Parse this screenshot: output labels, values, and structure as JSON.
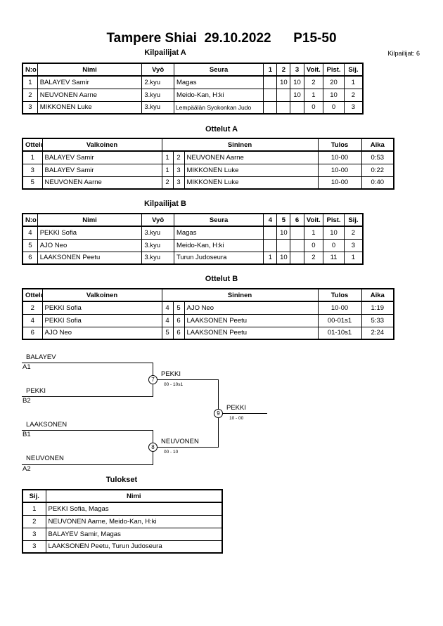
{
  "header": {
    "title": "Tampere Shiai  29.10.2022      P15-50",
    "competitor_count": "Kilpailijat: 6"
  },
  "group_a": {
    "title": "Kilpailijat A",
    "headers": [
      "N:o",
      "Nimi",
      "Vyö",
      "Seura",
      "1",
      "2",
      "3",
      "Voit.",
      "Pist.",
      "Sij."
    ],
    "rows": [
      [
        "1",
        "BALAYEV Samir",
        "2.kyu",
        "Magas",
        "",
        "10",
        "10",
        "2",
        "20",
        "1"
      ],
      [
        "2",
        "NEUVONEN Aarne",
        "3.kyu",
        "Meido-Kan, H:ki",
        "",
        "",
        "10",
        "1",
        "10",
        "2"
      ],
      [
        "3",
        "MIKKONEN Luke",
        "3.kyu",
        "Lempäälän Syokonkan Judo",
        "",
        "",
        "",
        "0",
        "0",
        "3"
      ]
    ]
  },
  "matches_a": {
    "title": "Ottelut A",
    "headers": [
      "Ottelu",
      "Valkoinen",
      "Sininen",
      "Tulos",
      "Aika"
    ],
    "rows": [
      [
        "1",
        "BALAYEV Samir",
        "1",
        "2",
        "NEUVONEN Aarne",
        "10-00",
        "0:53"
      ],
      [
        "3",
        "BALAYEV Samir",
        "1",
        "3",
        "MIKKONEN Luke",
        "10-00",
        "0:22"
      ],
      [
        "5",
        "NEUVONEN Aarne",
        "2",
        "3",
        "MIKKONEN Luke",
        "10-00",
        "0:40"
      ]
    ]
  },
  "group_b": {
    "title": "Kilpailijat B",
    "headers": [
      "N:o",
      "Nimi",
      "Vyö",
      "Seura",
      "4",
      "5",
      "6",
      "Voit.",
      "Pist.",
      "Sij."
    ],
    "rows": [
      [
        "4",
        "PEKKI Sofia",
        "3.kyu",
        "Magas",
        "",
        "10",
        "",
        "1",
        "10",
        "2"
      ],
      [
        "5",
        "AJO Neo",
        "3.kyu",
        "Meido-Kan, H:ki",
        "",
        "",
        "",
        "0",
        "0",
        "3"
      ],
      [
        "6",
        "LAAKSONEN Peetu",
        "3.kyu",
        "Turun Judoseura",
        "1",
        "10",
        "",
        "2",
        "11",
        "1"
      ]
    ]
  },
  "matches_b": {
    "title": "Ottelut B",
    "headers": [
      "Ottelu",
      "Valkoinen",
      "Sininen",
      "Tulos",
      "Aika"
    ],
    "rows": [
      [
        "2",
        "PEKKI Sofia",
        "4",
        "5",
        "AJO Neo",
        "10-00",
        "1:19"
      ],
      [
        "4",
        "PEKKI Sofia",
        "4",
        "6",
        "LAAKSONEN Peetu",
        "00-01s1",
        "5:33"
      ],
      [
        "6",
        "AJO Neo",
        "5",
        "6",
        "LAAKSONEN Peetu",
        "01-10s1",
        "2:24"
      ]
    ]
  },
  "bracket": {
    "e1_name": "BALAYEV",
    "e1_seed": "A1",
    "e2_name": "PEKKI",
    "e2_seed": "B2",
    "e3_name": "LAAKSONEN",
    "e3_seed": "B1",
    "e4_name": "NEUVONEN",
    "e4_seed": "A2",
    "m7_no": "7",
    "m7_winner": "PEKKI",
    "m7_score": "00 - 10s1",
    "m8_no": "8",
    "m8_winner": "NEUVONEN",
    "m8_score": "00 - 10",
    "m9_no": "9",
    "m9_winner": "PEKKI",
    "m9_score": "10 - 00"
  },
  "results": {
    "title": "Tulokset",
    "headers": [
      "Sij.",
      "Nimi"
    ],
    "rows": [
      [
        "1",
        "PEKKI Sofia, Magas"
      ],
      [
        "2",
        "NEUVONEN Aarne, Meido-Kan, H:ki"
      ],
      [
        "3",
        "BALAYEV Samir, Magas"
      ],
      [
        "3",
        "LAAKSONEN Peetu, Turun Judoseura"
      ]
    ]
  }
}
